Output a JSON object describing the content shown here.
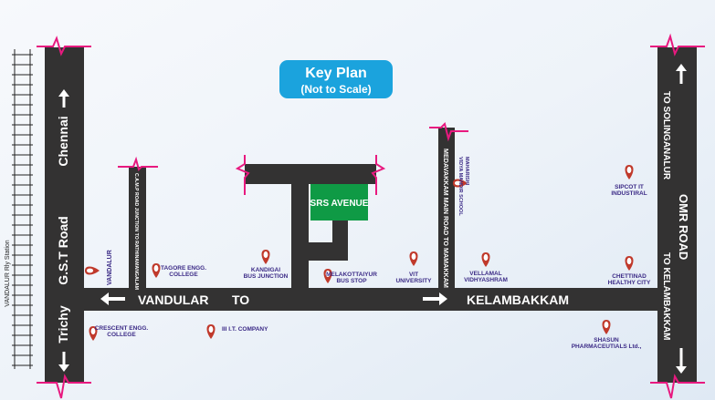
{
  "key_plan": {
    "title": "Key Plan",
    "subtitle": "(Not to Scale)"
  },
  "railway": {
    "label": "VANDALUR Rly Station"
  },
  "roads": {
    "gst": {
      "name": "G.S.T Road",
      "north": "Chennai",
      "south": "Trichy"
    },
    "camp": {
      "name": "C.A.M.P ROAD JUNCTION TO RATHINAMANGALAM"
    },
    "main": {
      "west": "VANDULAR",
      "middle": "TO",
      "east": "KELAMBAKKAM"
    },
    "medavakkam": {
      "name": "MEDAVAKKAM MAIN ROAD TO MAMAKKAM"
    },
    "omr": {
      "name": "OMR ROAD",
      "north": "TO SOLINGANALUR",
      "south": "TO KELAMBAKKAM"
    }
  },
  "site": {
    "label": "SRS AVENUE"
  },
  "landmarks": {
    "vandalur": "VANDALUR",
    "tagore": [
      "TAGORE ENGG.",
      "COLLEGE"
    ],
    "kandigai": [
      "KANDIGAI",
      "BUS JUNCTION"
    ],
    "melakottaiyur": [
      "MELAKOTTAIYUR",
      "BUS STOP"
    ],
    "vit": [
      "VIT",
      "UNIVERSITY"
    ],
    "maharishi": [
      "MAHARISHI",
      "VIDYA MANDIR SCHOOL"
    ],
    "vellamal": [
      "VELLAMAL",
      "VIDHYASHRAM"
    ],
    "sipcot": [
      "SIPCOT IT",
      "INDUSTIRAL"
    ],
    "chettinad": [
      "CHETTINAD",
      "HEALTHY CITY"
    ],
    "crescent": [
      "CRESCENT ENGG.",
      "COLLEGE"
    ],
    "iiit": "III I.T. COMPANY",
    "shasun": [
      "SHASUN",
      "PHARMACEUTIALS Ltd.,"
    ]
  },
  "colors": {
    "road": "#333232",
    "site": "#0f9a45",
    "badge": "#1ba3dd",
    "break": "#e8197f",
    "pin": "#c0392b",
    "poi_text": "#3b2a86"
  }
}
